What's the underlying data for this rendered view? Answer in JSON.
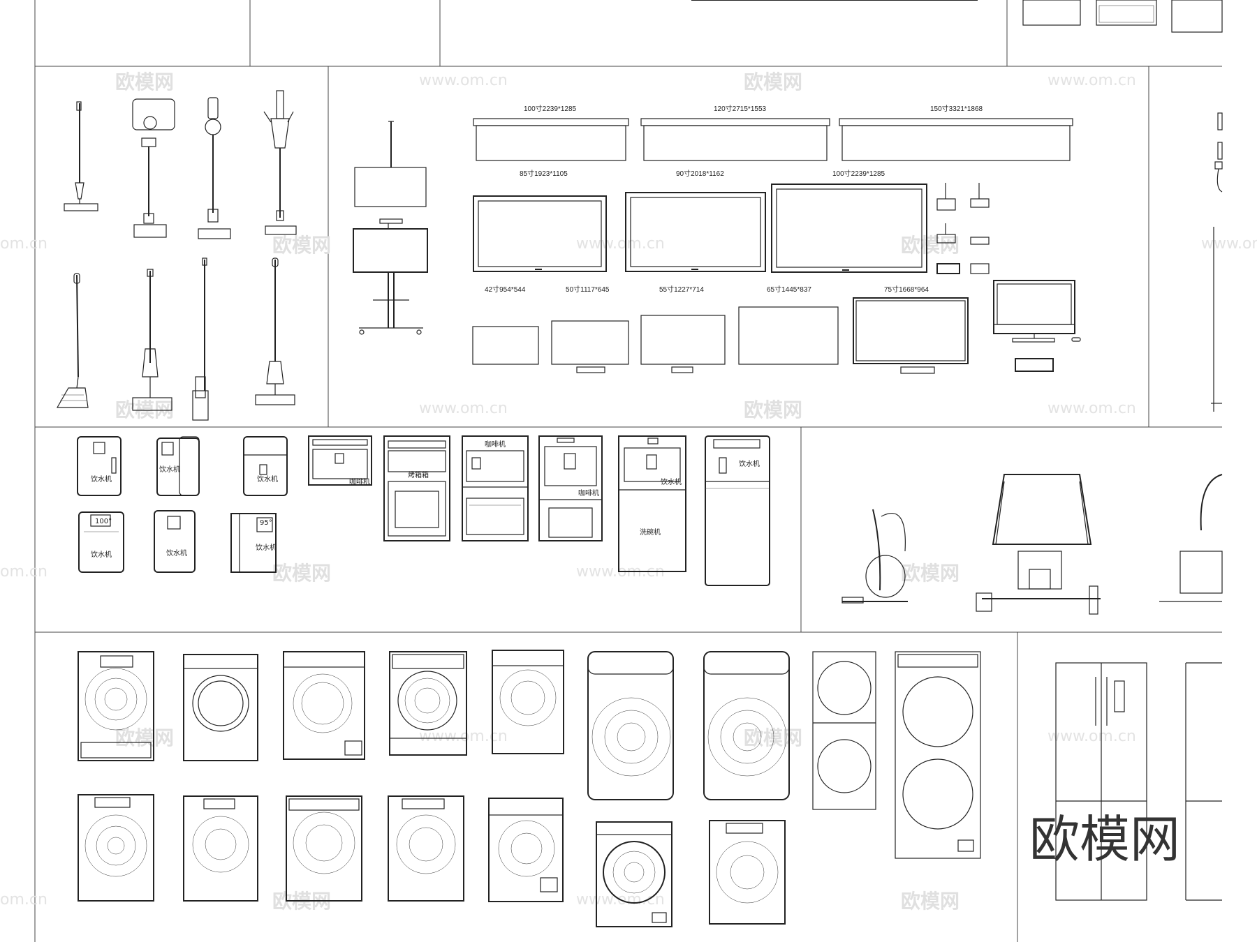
{
  "watermarks": {
    "cn": "欧模网",
    "url": "www.om.cn",
    "url_edge": "om.cn"
  },
  "tv_sizes": {
    "row1": [
      "100寸2239*1285",
      "120寸2715*1553",
      "150寸3321*1868"
    ],
    "row2": [
      "85寸1923*1105",
      "90寸2018*1162",
      "100寸2239*1285"
    ],
    "row3": [
      "42寸954*544",
      "50寸1117*645",
      "55寸1227*714",
      "65寸1445*837",
      "75寸1668*964"
    ]
  },
  "appliances": {
    "dispensers": [
      "饮水机",
      "饮水机",
      "饮水机",
      "饮水机",
      "饮水机",
      "饮水机"
    ],
    "dispenser_displays": [
      "100°",
      "95°"
    ],
    "coffee_machine_1": "咖啡机",
    "oven": "烤箱箱",
    "coffee_machine_2": "咖啡机",
    "coffee_machine_3": "咖啡机",
    "dispenser_builtin": "饮水机",
    "dishwasher": "洗碗机",
    "dispenser_tall": "饮水机"
  },
  "logo": "欧模网"
}
